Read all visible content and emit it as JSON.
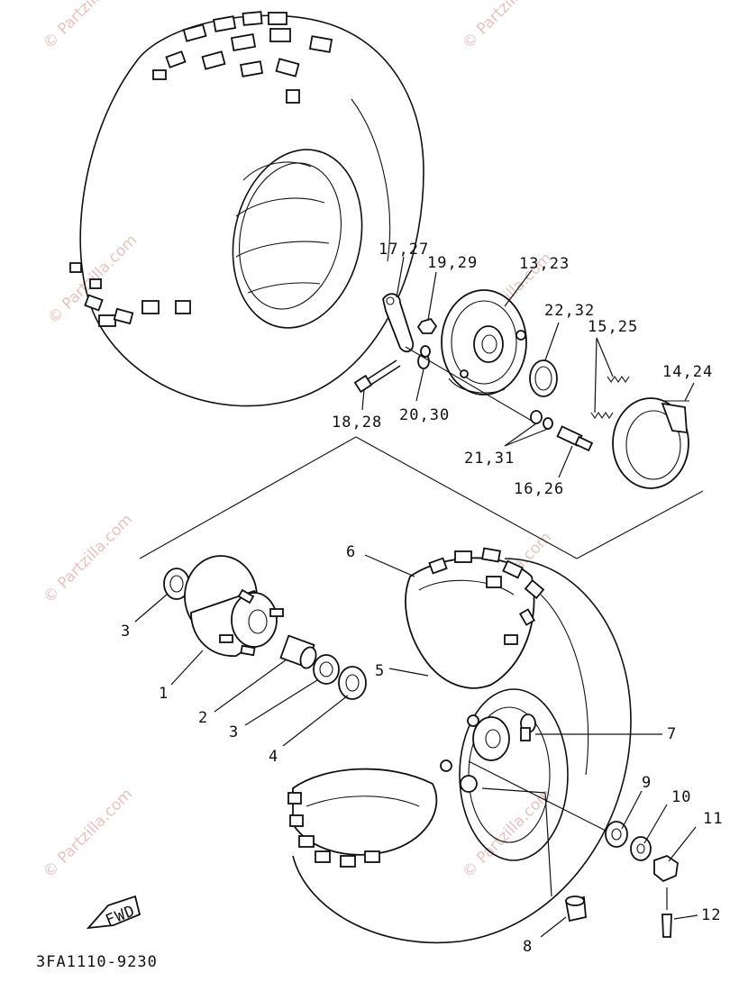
{
  "watermark": "© Partzilla.com",
  "diagram_code": "3FA1110-9230",
  "fwd_label": "FWD",
  "callouts": [
    {
      "id": "c1",
      "text": "1"
    },
    {
      "id": "c2",
      "text": "2"
    },
    {
      "id": "c3a",
      "text": "3"
    },
    {
      "id": "c3b",
      "text": "3"
    },
    {
      "id": "c4",
      "text": "4"
    },
    {
      "id": "c5",
      "text": "5"
    },
    {
      "id": "c6",
      "text": "6"
    },
    {
      "id": "c7",
      "text": "7"
    },
    {
      "id": "c8",
      "text": "8"
    },
    {
      "id": "c9",
      "text": "9"
    },
    {
      "id": "c10",
      "text": "10"
    },
    {
      "id": "c11",
      "text": "11"
    },
    {
      "id": "c12",
      "text": "12"
    },
    {
      "id": "c13",
      "text": "13,23"
    },
    {
      "id": "c14",
      "text": "14,24"
    },
    {
      "id": "c15",
      "text": "15,25"
    },
    {
      "id": "c16",
      "text": "16,26"
    },
    {
      "id": "c17",
      "text": "17,27"
    },
    {
      "id": "c18",
      "text": "18,28"
    },
    {
      "id": "c19",
      "text": "19,29"
    },
    {
      "id": "c20",
      "text": "20,30"
    },
    {
      "id": "c21",
      "text": "21,31"
    },
    {
      "id": "c22",
      "text": "22,32"
    }
  ]
}
